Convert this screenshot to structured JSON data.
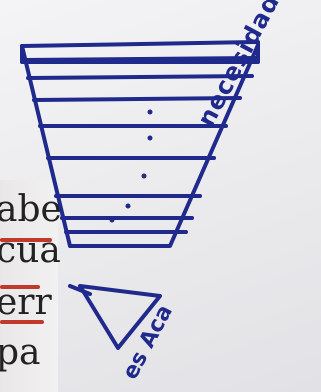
{
  "printed_text": [
    "abe",
    "cua",
    "err",
    "pa"
  ],
  "handwritten": {
    "right_label": "necesidades",
    "lower_label": "es Aca",
    "ink_color": "#1f2a8c"
  },
  "underline_color": "#c0392b"
}
